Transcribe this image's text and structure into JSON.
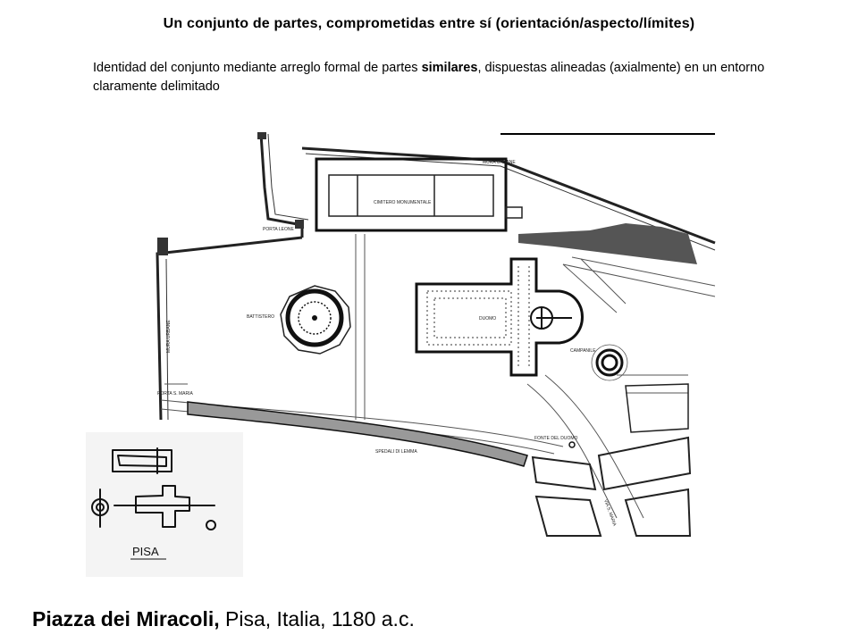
{
  "header": {
    "title": "Un conjunto de partes, comprometidas entre sí (orientación/aspecto/límites)",
    "subtitle_part1": "Identidad del conjunto mediante arreglo  formal de partes  ",
    "subtitle_emph": "similares",
    "subtitle_part2": ", dispuestas  alineadas (axialmente) en un entorno claramente delimitado"
  },
  "plan": {
    "labels": {
      "mura_urbane_top": "MURA URBANE",
      "cimitero": "CIMITERO MONUMENTALE",
      "porta_leone": "PORTA LEONE",
      "battistero": "BATTISTERO",
      "duomo": "DUOMO",
      "campanile": "CAMPANILE",
      "mura_urbane_left": "MURA URBANE",
      "porta_s_maria": "PORTA S. MARIA",
      "fonte_del_duomo": "FONTE DEL DUOMO",
      "spedali": "SPEDALI DI LEMMA",
      "via_s_maria": "VIA S. MARIA"
    }
  },
  "sketch": {
    "label": "PISA"
  },
  "caption": {
    "bold": "Piazza dei Miracoli,",
    "rest": " Pisa, Italia, 1180 a.c."
  }
}
